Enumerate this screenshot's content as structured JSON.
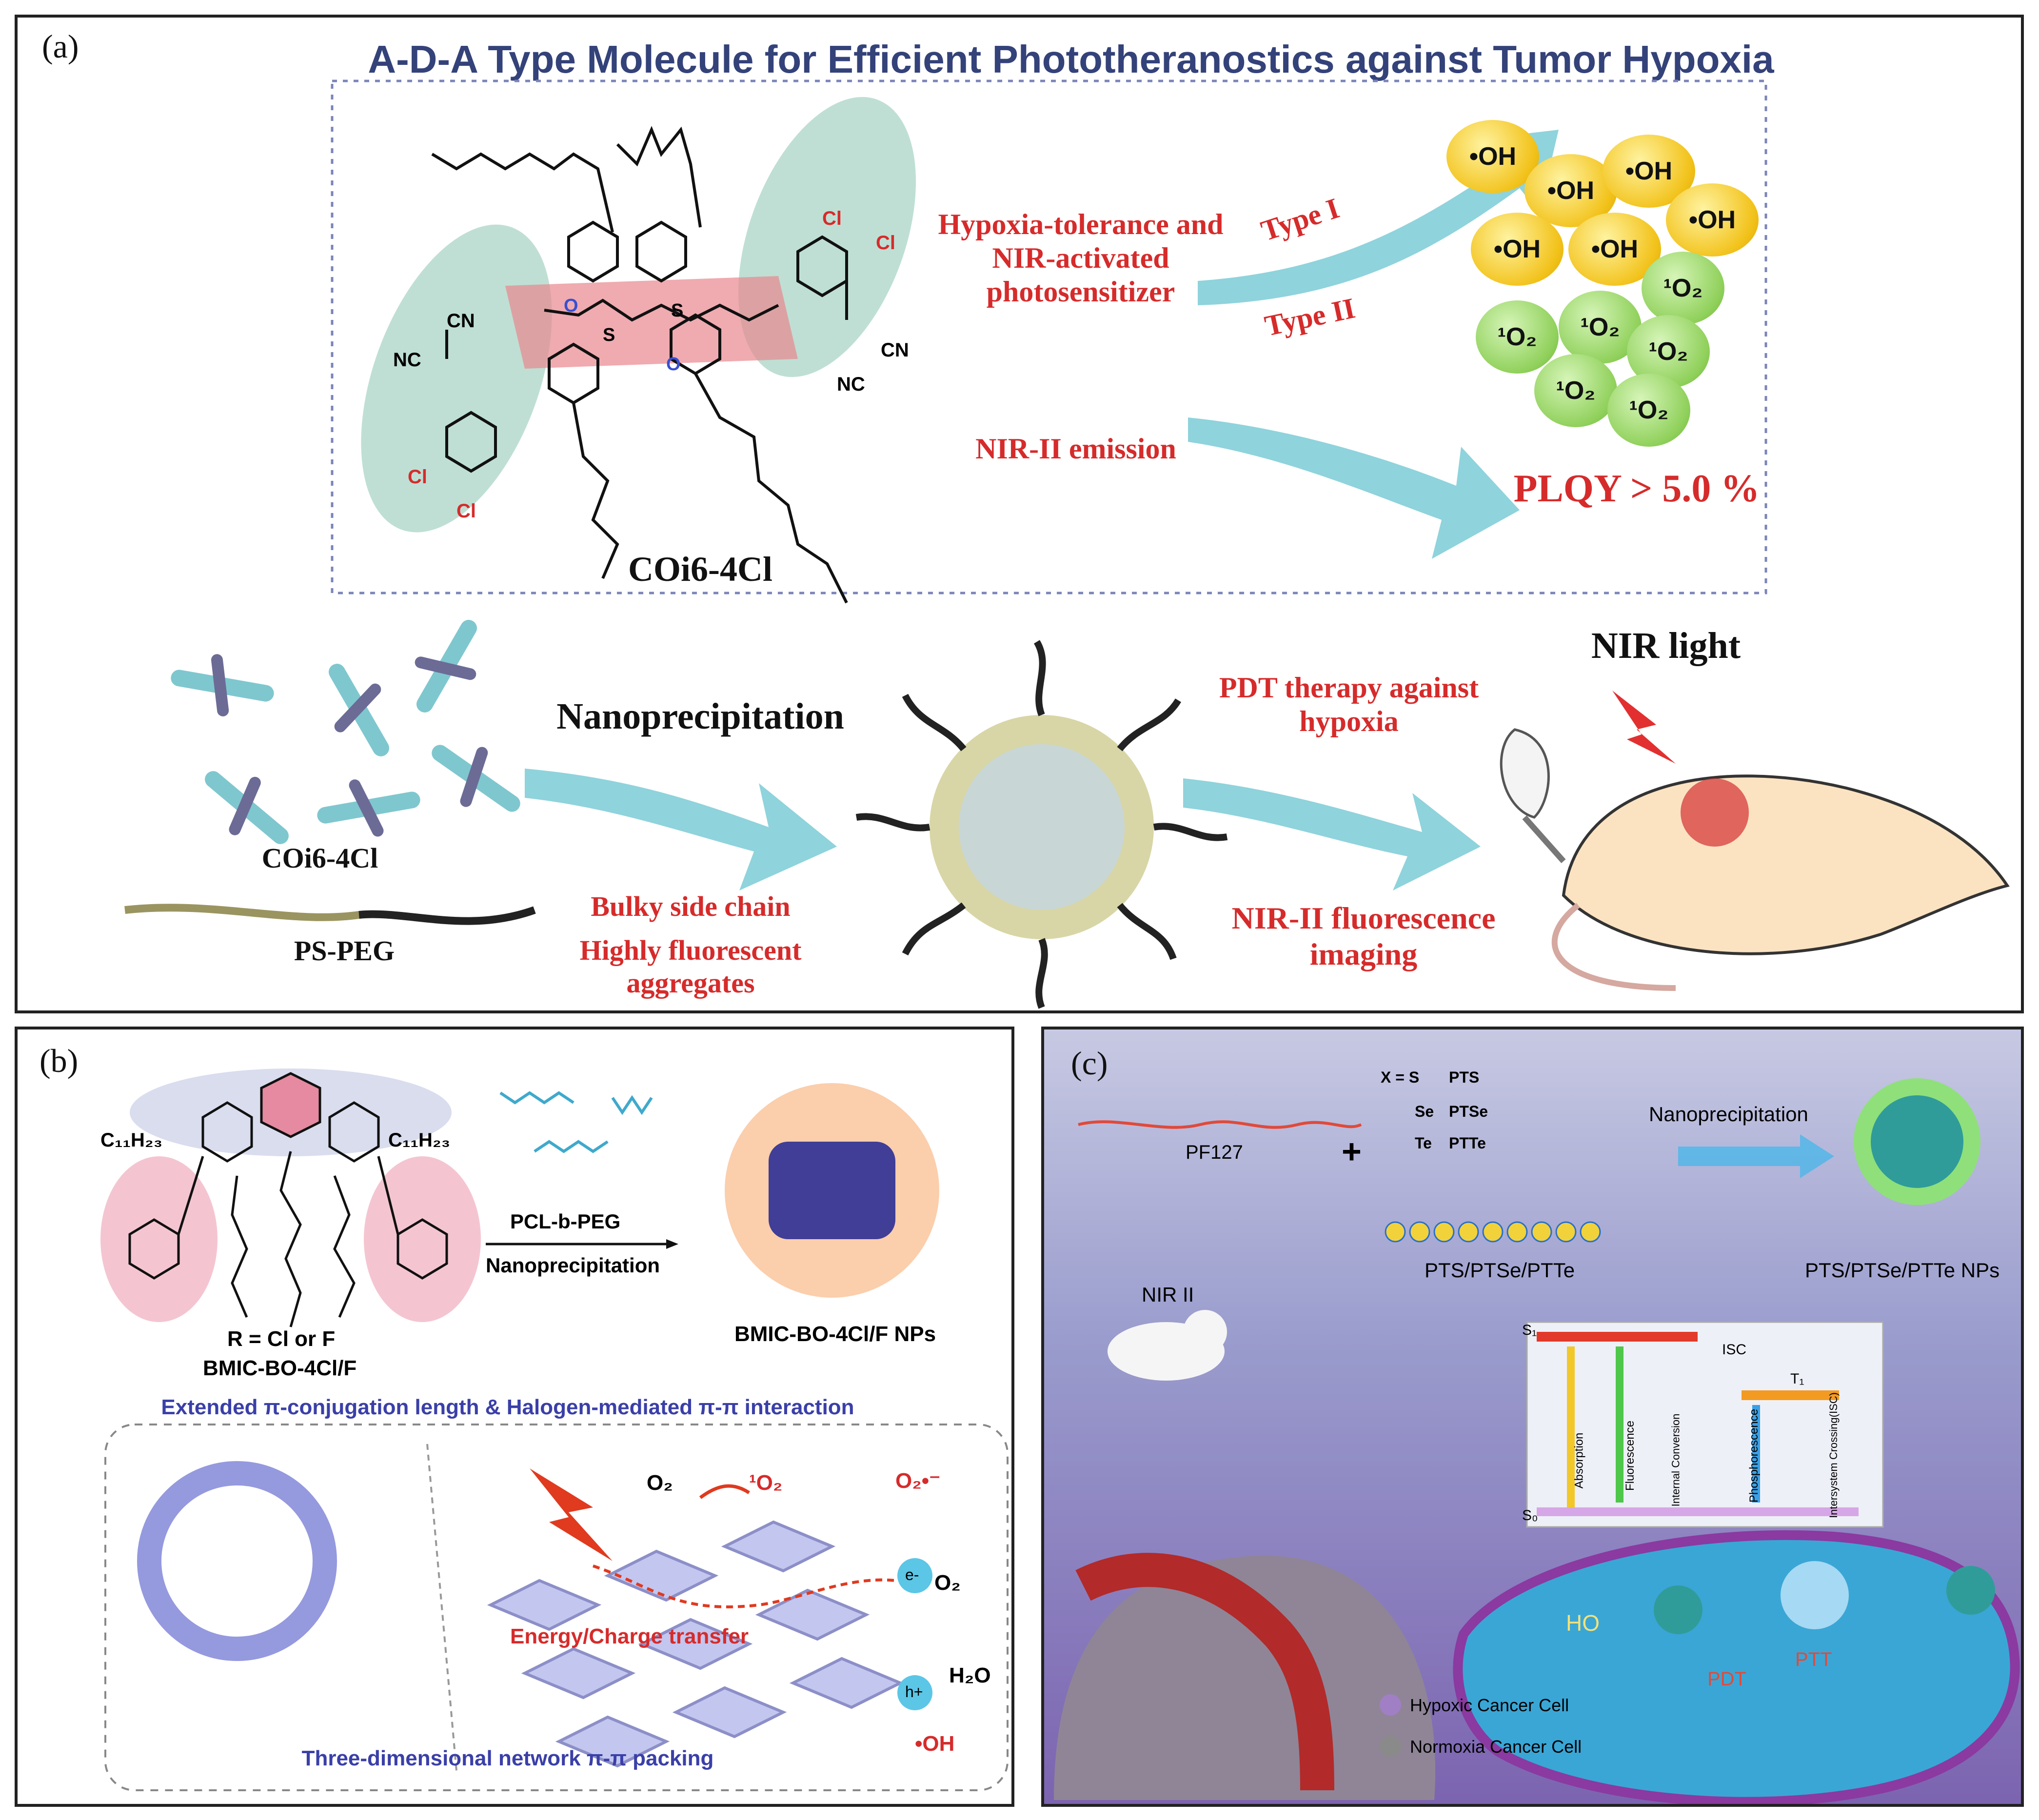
{
  "panel_a": {
    "label": "(a)",
    "title": "A-D-A Type Molecule for Efficient Phototheranostics against Tumor Hypoxia",
    "molecule_name": "COi6-4Cl",
    "atoms": {
      "cn": "CN",
      "nc": "NC",
      "cl": "Cl",
      "s": "S",
      "o": "O"
    },
    "feature_1": "Hypoxia-tolerance and NIR-activated photosensitizer",
    "type_1": "Type I",
    "type_2": "Type II",
    "radical_oh": "•OH",
    "singlet_o2": "¹O₂",
    "feature_2": "NIR-II emission",
    "plqy": "PLQY > 5.0 %",
    "molecule_label": "COi6-4Cl",
    "polymer_label": "PS-PEG",
    "process": "Nanoprecipitation",
    "bullet_1": "Bulky side chain",
    "bullet_2": "Highly fluorescent aggregates",
    "pdt": "PDT therapy against hypoxia",
    "imaging": "NIR-II fluorescence imaging",
    "light": "NIR light"
  },
  "panel_b": {
    "label": "(b)",
    "c11h23_left": "C₁₁H₂₃",
    "c11h23_right": "C₁₁H₂₃",
    "r_def": "R = Cl or F",
    "molecule_name": "BMIC-BO-4Cl/F",
    "reagent": "PCL-b-PEG",
    "process": "Nanoprecipitation",
    "np_name": "BMIC-BO-4Cl/F NPs",
    "subtitle": "Extended π-conjugation length & Halogen-mediated π-π interaction",
    "o2": "O₂",
    "singlet": "¹O₂",
    "superoxide": "O₂•⁻",
    "o2_b": "O₂",
    "eminus": "e-",
    "hplus": "h+",
    "h2o": "H₂O",
    "oh": "•OH",
    "transfer": "Energy/Charge transfer",
    "network": "Three-dimensional network π-π packing"
  },
  "panel_c": {
    "label": "(c)",
    "x_s": "X = S",
    "pts": "PTS",
    "x_se": "Se",
    "ptse": "PTSe",
    "x_te": "Te",
    "ptte": "PTTe",
    "polymer": "PF127",
    "plus": "+",
    "process": "Nanoprecipitation",
    "molecules": "PTS/PTSe/PTTe",
    "nps": "PTS/PTSe/PTTe NPs",
    "nir": "NIR II",
    "s1": "S₁",
    "s0": "S₀",
    "t1": "T₁",
    "isc": "ISC",
    "absorption": "Absorption",
    "fluorescence": "Fluorescence",
    "internal": "Internal Conversion",
    "phos": "Phosphorescence",
    "intersystem": "Intersystem Crossing(ISC)",
    "ho": "HO",
    "pdt": "PDT",
    "ptt": "PTT",
    "hypoxic": "Hypoxic Cancer Cell",
    "normoxia": "Normoxia Cancer Cell"
  },
  "colors": {
    "red_text": "#d62b2b",
    "teal_arrow": "#8fd3dc",
    "panel_c_bg": "#6a6fb0"
  }
}
